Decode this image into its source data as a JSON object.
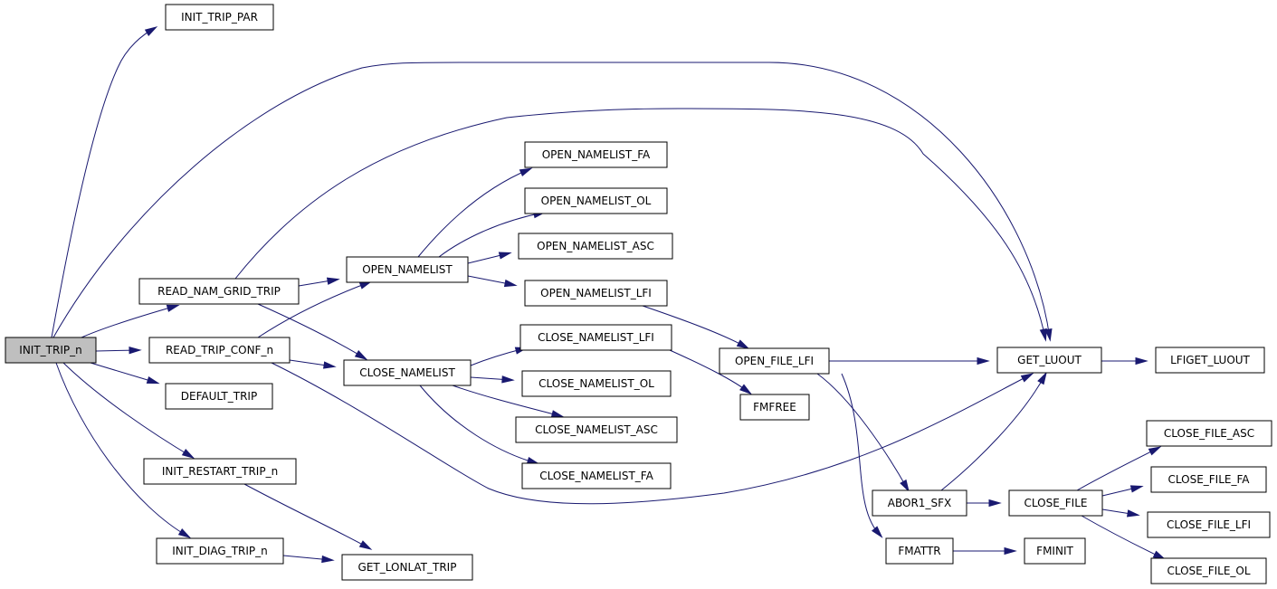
{
  "nodes": [
    {
      "id": "init_trip_n",
      "label": "INIT_TRIP_n",
      "root": true
    },
    {
      "id": "init_trip_par",
      "label": "INIT_TRIP_PAR"
    },
    {
      "id": "read_nam_grid_trip",
      "label": "READ_NAM_GRID_TRIP"
    },
    {
      "id": "read_trip_conf_n",
      "label": "READ_TRIP_CONF_n"
    },
    {
      "id": "default_trip",
      "label": "DEFAULT_TRIP"
    },
    {
      "id": "init_restart_trip_n",
      "label": "INIT_RESTART_TRIP_n"
    },
    {
      "id": "init_diag_trip_n",
      "label": "INIT_DIAG_TRIP_n"
    },
    {
      "id": "get_lonlat_trip",
      "label": "GET_LONLAT_TRIP"
    },
    {
      "id": "open_namelist",
      "label": "OPEN_NAMELIST"
    },
    {
      "id": "close_namelist",
      "label": "CLOSE_NAMELIST"
    },
    {
      "id": "open_namelist_fa",
      "label": "OPEN_NAMELIST_FA"
    },
    {
      "id": "open_namelist_ol",
      "label": "OPEN_NAMELIST_OL"
    },
    {
      "id": "open_namelist_asc",
      "label": "OPEN_NAMELIST_ASC"
    },
    {
      "id": "open_namelist_lfi",
      "label": "OPEN_NAMELIST_LFI"
    },
    {
      "id": "close_namelist_lfi",
      "label": "CLOSE_NAMELIST_LFI"
    },
    {
      "id": "close_namelist_ol",
      "label": "CLOSE_NAMELIST_OL"
    },
    {
      "id": "close_namelist_asc",
      "label": "CLOSE_NAMELIST_ASC"
    },
    {
      "id": "close_namelist_fa",
      "label": "CLOSE_NAMELIST_FA"
    },
    {
      "id": "open_file_lfi",
      "label": "OPEN_FILE_LFI"
    },
    {
      "id": "fmfree",
      "label": "FMFREE"
    },
    {
      "id": "get_luout",
      "label": "GET_LUOUT"
    },
    {
      "id": "lfiget_luout",
      "label": "LFIGET_LUOUT"
    },
    {
      "id": "abor1_sfx",
      "label": "ABOR1_SFX"
    },
    {
      "id": "fmattr",
      "label": "FMATTR"
    },
    {
      "id": "fminit",
      "label": "FMINIT"
    },
    {
      "id": "close_file",
      "label": "CLOSE_FILE"
    },
    {
      "id": "close_file_asc",
      "label": "CLOSE_FILE_ASC"
    },
    {
      "id": "close_file_fa",
      "label": "CLOSE_FILE_FA"
    },
    {
      "id": "close_file_lfi",
      "label": "CLOSE_FILE_LFI"
    },
    {
      "id": "close_file_ol",
      "label": "CLOSE_FILE_OL"
    }
  ],
  "edges": [
    {
      "from": "init_trip_n",
      "to": "init_trip_par"
    },
    {
      "from": "init_trip_n",
      "to": "get_luout"
    },
    {
      "from": "init_trip_n",
      "to": "read_nam_grid_trip"
    },
    {
      "from": "init_trip_n",
      "to": "read_trip_conf_n"
    },
    {
      "from": "init_trip_n",
      "to": "default_trip"
    },
    {
      "from": "init_trip_n",
      "to": "init_restart_trip_n"
    },
    {
      "from": "init_trip_n",
      "to": "init_diag_trip_n"
    },
    {
      "from": "read_nam_grid_trip",
      "to": "get_luout"
    },
    {
      "from": "read_nam_grid_trip",
      "to": "open_namelist"
    },
    {
      "from": "read_nam_grid_trip",
      "to": "close_namelist"
    },
    {
      "from": "read_trip_conf_n",
      "to": "open_namelist"
    },
    {
      "from": "read_trip_conf_n",
      "to": "close_namelist"
    },
    {
      "from": "read_trip_conf_n",
      "to": "get_luout"
    },
    {
      "from": "init_restart_trip_n",
      "to": "get_lonlat_trip"
    },
    {
      "from": "init_diag_trip_n",
      "to": "get_lonlat_trip"
    },
    {
      "from": "open_namelist",
      "to": "open_namelist_fa"
    },
    {
      "from": "open_namelist",
      "to": "open_namelist_ol"
    },
    {
      "from": "open_namelist",
      "to": "open_namelist_asc"
    },
    {
      "from": "open_namelist",
      "to": "open_namelist_lfi"
    },
    {
      "from": "close_namelist",
      "to": "close_namelist_lfi"
    },
    {
      "from": "close_namelist",
      "to": "close_namelist_ol"
    },
    {
      "from": "close_namelist",
      "to": "close_namelist_asc"
    },
    {
      "from": "close_namelist",
      "to": "close_namelist_fa"
    },
    {
      "from": "open_namelist_lfi",
      "to": "open_file_lfi"
    },
    {
      "from": "close_namelist_lfi",
      "to": "fmfree"
    },
    {
      "from": "open_file_lfi",
      "to": "get_luout"
    },
    {
      "from": "open_file_lfi",
      "to": "abor1_sfx"
    },
    {
      "from": "open_file_lfi",
      "to": "fmattr"
    },
    {
      "from": "get_luout",
      "to": "lfiget_luout"
    },
    {
      "from": "abor1_sfx",
      "to": "get_luout"
    },
    {
      "from": "abor1_sfx",
      "to": "close_file"
    },
    {
      "from": "fmattr",
      "to": "fminit"
    },
    {
      "from": "close_file",
      "to": "close_file_asc"
    },
    {
      "from": "close_file",
      "to": "close_file_fa"
    },
    {
      "from": "close_file",
      "to": "close_file_lfi"
    },
    {
      "from": "close_file",
      "to": "close_file_ol"
    }
  ]
}
